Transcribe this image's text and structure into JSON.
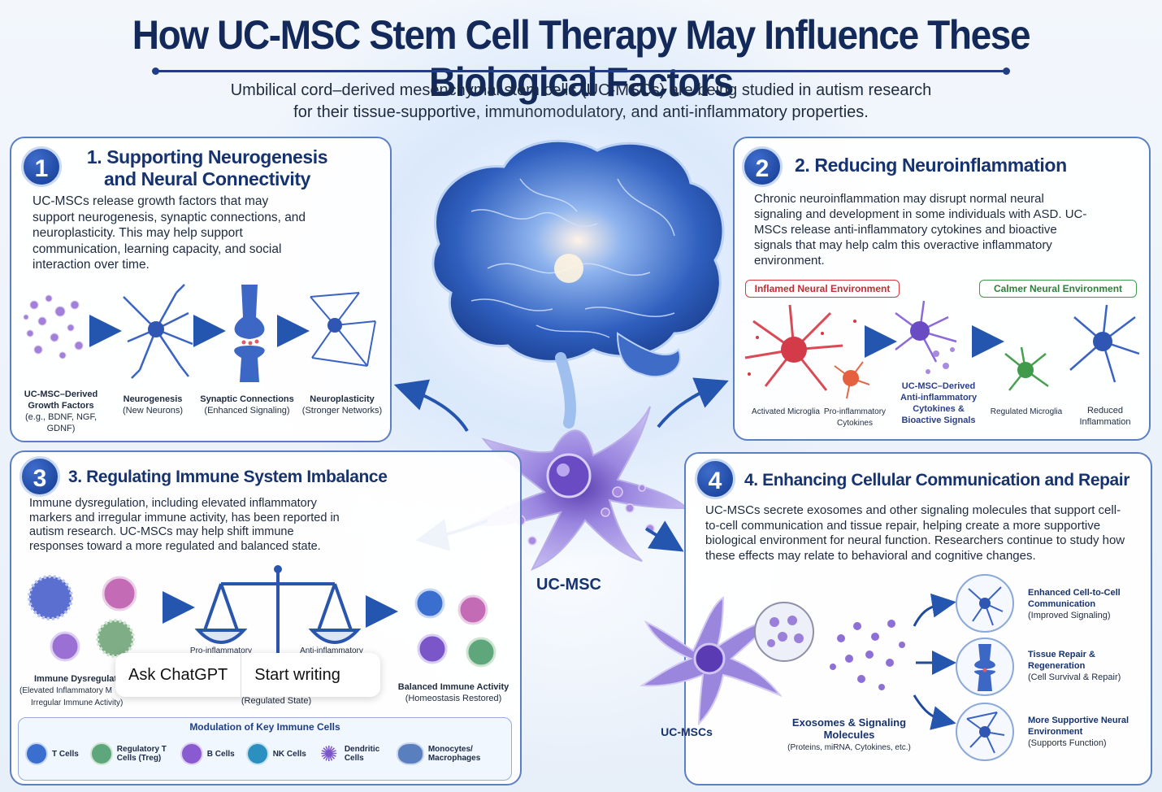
{
  "header": {
    "title": "How UC-MSC Stem Cell Therapy May Influence These Biological Factors",
    "subtitle_line1": "Umbilical cord–derived mesenchymal stem cells (UC-MSCs) are being studied in autism research",
    "subtitle_line2": "for their tissue-supportive, immunomodulatory, and anti-inflammatory properties."
  },
  "center": {
    "label": "UC-MSC"
  },
  "panel1": {
    "number": "1",
    "title_line1": "1. Supporting Neurogenesis",
    "title_line2": "and Neural Connectivity",
    "body": "UC-MSCs release growth factors that may support neurogenesis, synaptic connections, and neuroplasticity. This may help support communication, learning capacity, and social interaction over time.",
    "steps": [
      {
        "title": "UC-MSC–Derived Growth Factors",
        "detail": "(e.g., BDNF, NGF, GDNF)"
      },
      {
        "title": "Neurogenesis",
        "detail": "(New Neurons)"
      },
      {
        "title": "Synaptic Connections",
        "detail": "(Enhanced Signaling)"
      },
      {
        "title": "Neuroplasticity",
        "detail": "(Stronger Networks)"
      }
    ]
  },
  "panel2": {
    "number": "2",
    "title": "2. Reducing Neuroinflammation",
    "body": "Chronic neuroinflammation may disrupt normal neural signaling and development in some individuals with ASD. UC-MSCs release anti-inflammatory cytokines and bioactive signals that may help calm this overactive inflammatory environment.",
    "pill_inflamed": "Inflamed Neural Environment",
    "pill_calmer": "Calmer Neural Environment",
    "captions": {
      "activated": "Activated Microglia",
      "proinflam": "Pro-inflammatory Cytokines",
      "antiinflam": "UC-MSC–Derived Anti-inflammatory Cytokines & Bioactive Signals",
      "regulated": "Regulated Microglia",
      "reduced": "Reduced Inflammation"
    }
  },
  "panel3": {
    "number": "3",
    "title": "3. Regulating Immune System Imbalance",
    "body": "Immune dysregulation, including elevated inflammatory markers and irregular immune activity, has been reported in autism research. UC-MSCs may help shift immune responses toward a more regulated and balanced state.",
    "scale_left": "Pro-inflammatory",
    "scale_right": "Anti-inflammatory",
    "dysreg_title": "Immune Dysregulat",
    "dysreg_detail1": "(Elevated Inflammatory M",
    "dysreg_detail2": "Irregular Immune Activity)",
    "scale_caption": "(Regulated State)",
    "balanced_title": "Balanced Immune Activity",
    "balanced_detail": "(Homeostasis Restored)",
    "legend_title": "Modulation of Key Immune Cells",
    "legend": [
      {
        "label": "T Cells",
        "color": "#3a6fd0"
      },
      {
        "label": "Regulatory T Cells (Treg)",
        "color": "#5ea77d"
      },
      {
        "label": "B Cells",
        "color": "#8a5bd0"
      },
      {
        "label": "NK Cells",
        "color": "#2b8fbf"
      },
      {
        "label": "Dendritic Cells",
        "color": "#7a56c9"
      },
      {
        "label": "Monocytes/ Macrophages",
        "color": "#5a7fbf"
      }
    ]
  },
  "panel4": {
    "number": "4",
    "title": "4. Enhancing Cellular Communication and Repair",
    "body": "UC-MSCs secrete exosomes and other signaling molecules that support cell-to-cell communication and tissue repair, helping create a more supportive biological environment for neural function. Researchers continue to study how these effects may relate to behavioral and cognitive changes.",
    "ucmscs_label": "UC-MSCs",
    "exosome_title": "Exosomes & Signaling Molecules",
    "exosome_detail": "(Proteins, miRNA, Cytokines, etc.)",
    "outcomes": [
      {
        "title": "Enhanced Cell-to-Cell Communication",
        "detail": "(Improved Signaling)"
      },
      {
        "title": "Tissue Repair & Regeneration",
        "detail": "(Cell Survival & Repair)"
      },
      {
        "title": "More Supportive Neural Environment",
        "detail": "(Supports Function)"
      }
    ]
  },
  "popup": {
    "ask": "Ask ChatGPT",
    "write": "Start writing"
  },
  "colors": {
    "navy": "#12295a",
    "accent": "#1f4a9e",
    "inflamed": "#d9363e",
    "calm": "#3f9a4a"
  }
}
